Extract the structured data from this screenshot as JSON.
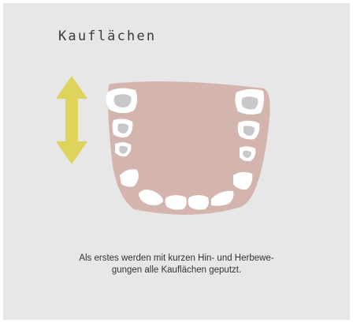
{
  "title": "Kauflächen",
  "caption": {
    "line1": "Als erstes werden mit kurzen Hin- und Herbewe-",
    "line2": "gungen alle Kauflächen geputzt."
  },
  "colors": {
    "background": "#e7e7e7",
    "jaw": "#d3b5ae",
    "tooth": "#ffffff",
    "chewing_surface": "#c8c8c8",
    "arrow": "#ded35b",
    "text": "#333333"
  },
  "icons": {
    "arrow": "double-headed-vertical-arrow-icon",
    "jaw": "lower-jaw-teeth-illustration"
  }
}
